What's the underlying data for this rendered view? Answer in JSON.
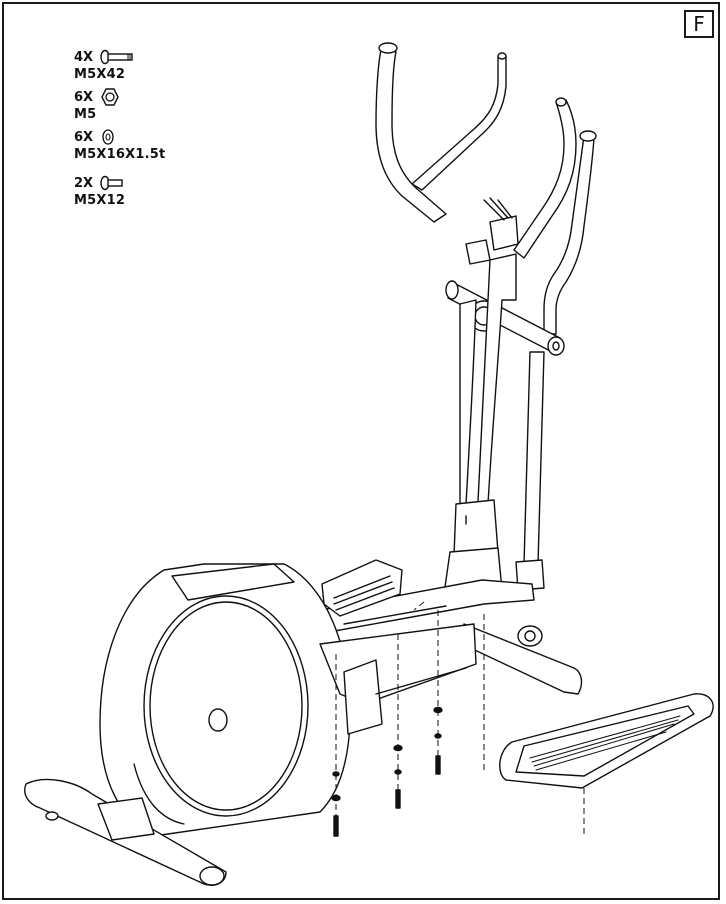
{
  "step_label": "F",
  "parts": [
    {
      "quantity": "4X",
      "spec": "M5X42",
      "icon": "long-bolt-icon"
    },
    {
      "quantity": "6X",
      "spec": "M5",
      "icon": "nut-icon"
    },
    {
      "quantity": "6X",
      "spec": "M5X16X1.5t",
      "icon": "washer-icon"
    },
    {
      "quantity": "2X",
      "spec": "M5X12",
      "icon": "short-bolt-icon"
    }
  ]
}
